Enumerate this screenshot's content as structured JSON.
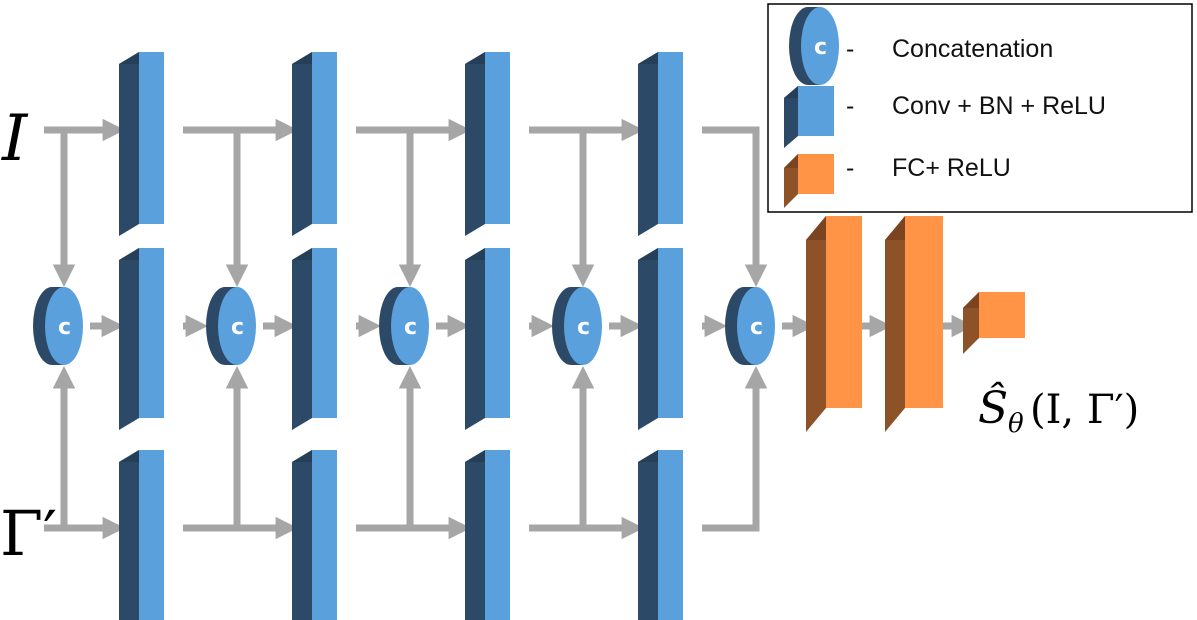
{
  "inputs": {
    "image_symbol": "I",
    "pose_symbol": "Γ′"
  },
  "output": {
    "symbol": "Ŝ",
    "subscript": "θ",
    "args": "(I, Γ′)"
  },
  "concat_letter": "c",
  "legend": {
    "items": [
      {
        "dash": "-",
        "label": "Concatenation"
      },
      {
        "dash": "-",
        "label": "Conv + BN + ReLU"
      },
      {
        "dash": "-",
        "label": "FC+ ReLU"
      }
    ]
  },
  "colors": {
    "conv_front": "#5aa0dc",
    "conv_side": "#2c4a68",
    "concat_front": "#5aa0dc",
    "concat_side": "#2c4a68",
    "fc_front": "#ff9447",
    "fc_side": "#8e5228",
    "fc_top": "#7b4420",
    "arrow": "#a6a6a6"
  },
  "structure": {
    "stages": 4,
    "fc_layers": 3
  }
}
